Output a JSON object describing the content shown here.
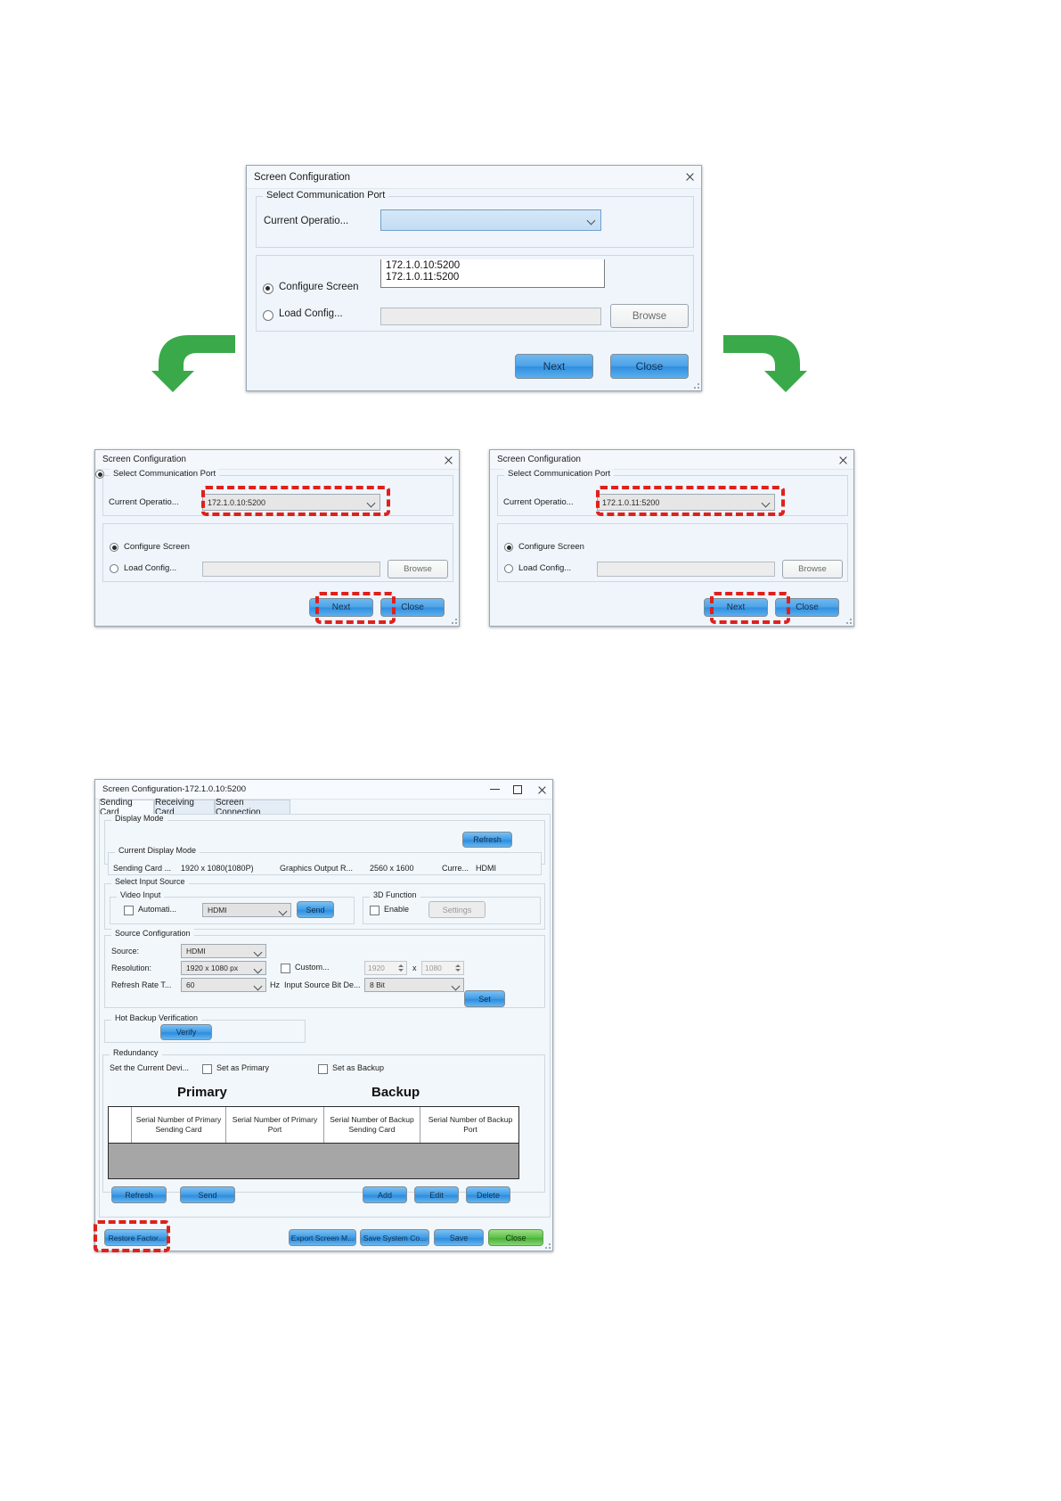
{
  "dialog_top": {
    "title": "Screen Configuration",
    "close_icon": "close-icon",
    "group_port": "Select Communication Port",
    "current_operation_label": "Current Operatio...",
    "combo_value": "",
    "dropdown_options": [
      "",
      "172.1.0.10:5200",
      "172.1.0.11:5200"
    ],
    "radio_configure": "Configure Screen",
    "radio_load": "Load Config...",
    "load_path_value": "",
    "browse_label": "Browse",
    "next_label": "Next",
    "close_label": "Close"
  },
  "dialog_left": {
    "title": "Screen Configuration",
    "group_port": "Select Communication Port",
    "current_operation_label": "Current Operatio...",
    "combo_value": "172.1.0.10:5200",
    "radio_configure": "Configure Screen",
    "radio_load": "Load Config...",
    "load_path_value": "",
    "browse_label": "Browse",
    "next_label": "Next",
    "close_label": "Close"
  },
  "dialog_right": {
    "title": "Screen Configuration",
    "group_port": "Select Communication Port",
    "current_operation_label": "Current Operatio...",
    "combo_value": "172.1.0.11:5200",
    "radio_configure": "Configure Screen",
    "radio_load": "Load Config...",
    "load_path_value": "",
    "browse_label": "Browse",
    "next_label": "Next",
    "close_label": "Close"
  },
  "main_window": {
    "title": "Screen Configuration-172.1.0.10:5200",
    "tabs": [
      {
        "label": "Sending Card",
        "active": true
      },
      {
        "label": "Receiving Card",
        "active": false
      },
      {
        "label": "Screen Connection",
        "active": false
      }
    ],
    "display_mode": {
      "legend": "Display Mode",
      "refresh_label": "Refresh",
      "current": {
        "legend": "Current Display Mode",
        "sending_card_label": "Sending Card ...",
        "sending_card_value": "1920 x 1080(1080P)",
        "graphics_output_label": "Graphics Output R...",
        "graphics_output_value": "2560 x 1600",
        "current_label": "Curre...",
        "current_value": "HDMI"
      }
    },
    "select_input_source": {
      "legend": "Select Input Source",
      "video_input": {
        "legend": "Video Input",
        "auto_label": "Automati...",
        "auto_checked": false,
        "source_value": "HDMI",
        "send_label": "Send"
      },
      "three_d": {
        "legend": "3D Function",
        "enable_label": "Enable",
        "enable_checked": false,
        "settings_label": "Settings"
      }
    },
    "source_configuration": {
      "legend": "Source Configuration",
      "source_label": "Source:",
      "source_value": "HDMI",
      "resolution_label": "Resolution:",
      "resolution_value": "1920 x 1080 px",
      "custom_label": "Custom...",
      "custom_checked": false,
      "custom_width": "1920",
      "custom_x": "x",
      "custom_height": "1080",
      "refresh_rate_label": "Refresh Rate T...",
      "refresh_rate_value": "60",
      "hz_label": "Hz",
      "bit_depth_label": "Input Source Bit De...",
      "bit_depth_value": "8 Bit",
      "set_label": "Set"
    },
    "hot_backup": {
      "legend": "Hot Backup Verification",
      "verify_label": "Verify"
    },
    "redundancy": {
      "legend": "Redundancy",
      "set_current_label": "Set the Current Devi...",
      "set_primary_label": "Set as Primary",
      "set_primary_checked": false,
      "set_backup_label": "Set as Backup",
      "set_backup_checked": false,
      "primary_caption": "Primary",
      "backup_caption": "Backup",
      "columns": [
        "",
        "Serial Number of Primary Sending Card",
        "Serial Number of Primary Port",
        "Serial Number of Backup Sending Card",
        "Serial Number of Backup Port"
      ],
      "rows": [],
      "buttons": {
        "refresh": "Refresh",
        "send": "Send",
        "add": "Add",
        "edit": "Edit",
        "delete": "Delete"
      }
    },
    "footer": {
      "restore_factory": "Restore Factor...",
      "export_screen": "Export Screen M...",
      "save_system": "Save System Co...",
      "save": "Save",
      "close": "Close"
    },
    "titlebar_icons": {
      "minimize": "minimize-icon",
      "maximize": "maximize-icon",
      "close": "close-icon"
    }
  },
  "annotations": {
    "arrow_color": "#3aa94a",
    "highlight_color": "#e0201b"
  }
}
